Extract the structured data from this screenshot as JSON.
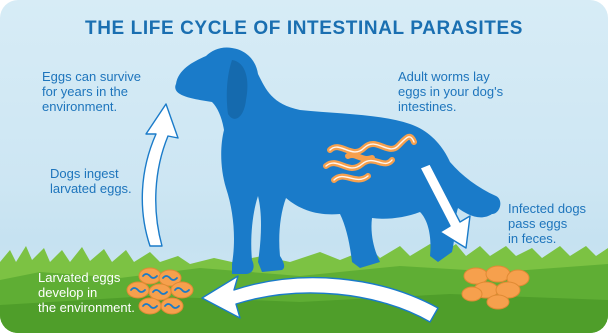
{
  "title": "THE LIFE CYCLE OF INTESTINAL PARASITES",
  "steps": {
    "survive": "Eggs can survive\nfor years in the\nenvironment.",
    "adult": "Adult worms lay\neggs in your dog's\nintestines.",
    "infected": "Infected dogs\npass eggs\nin feces.",
    "develop": "Larvated eggs\ndevelop in\nthe environment.",
    "ingest": "Dogs ingest\nlarvated eggs."
  },
  "colors": {
    "dog": "#1a7bc9",
    "worm": "#f6a04d",
    "grass": "#6fba3d",
    "title": "#1a6fb1",
    "arrow_fill": "#ffffff",
    "arrow_stroke": "#1a7bc9"
  }
}
